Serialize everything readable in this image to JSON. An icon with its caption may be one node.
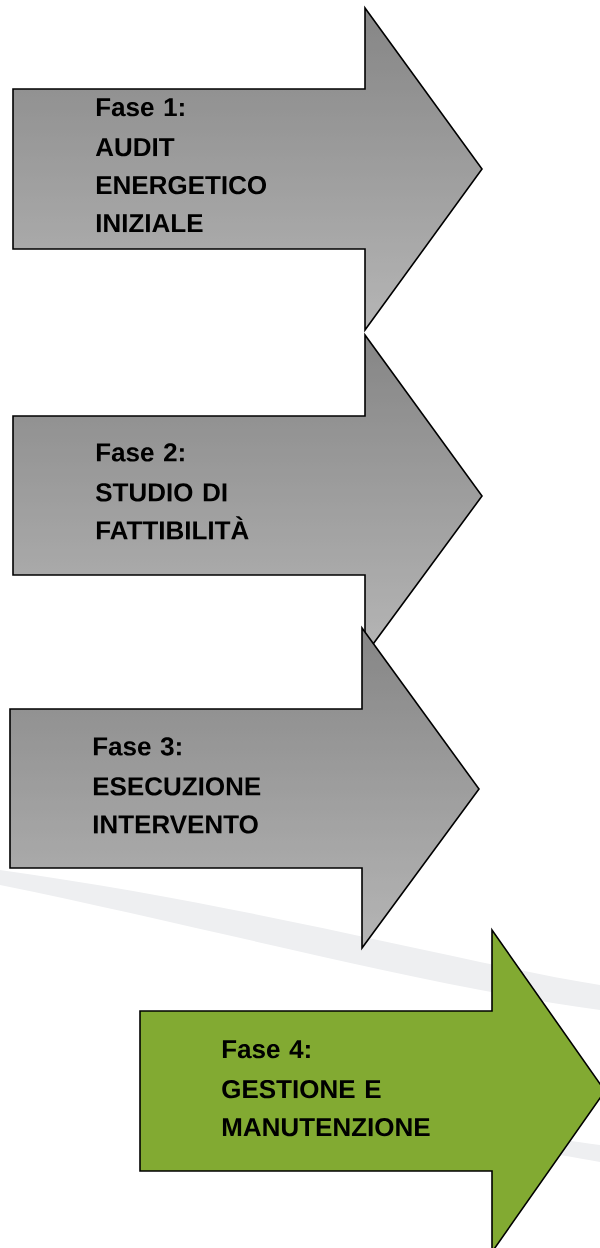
{
  "diagram": {
    "nodes": [
      {
        "text": [
          "Fase 1:",
          "AUDIT ENERGETICO INIZIALE"
        ]
      },
      {
        "text": [
          "Fase 2:",
          "STUDIO DI FATTIBILITÀ"
        ]
      },
      {
        "text": [
          "Fase 3:",
          "ESECUZIONE INTERVENTO"
        ]
      },
      {
        "text": [
          "Fase 4:",
          "GESTIONE E MANUTENZIONE"
        ]
      }
    ]
  }
}
